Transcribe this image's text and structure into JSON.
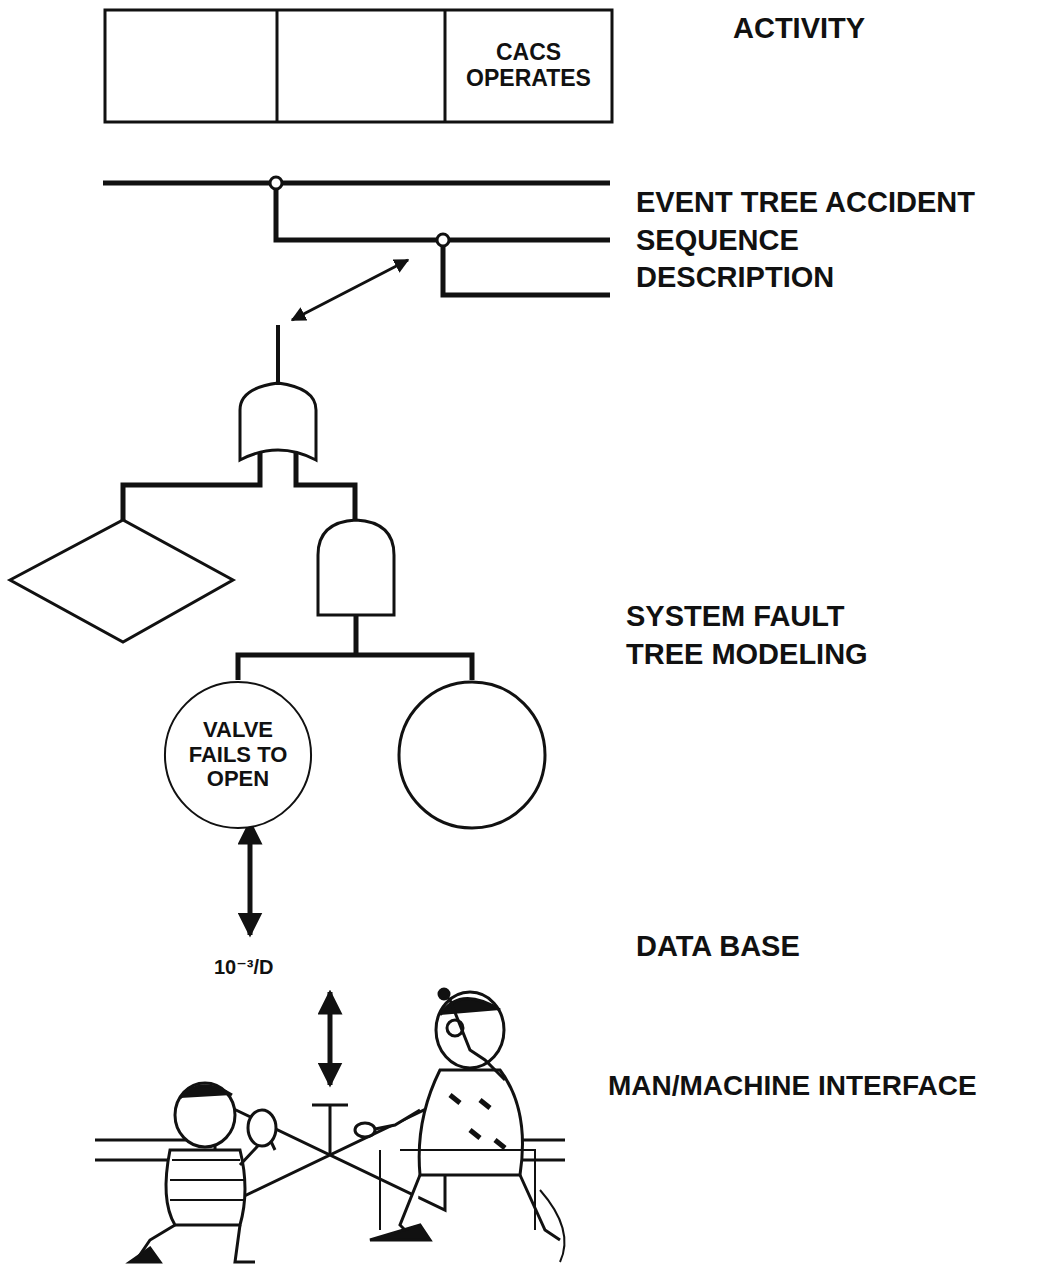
{
  "diagram": {
    "nodes": [
      {
        "text": [
          "CACS OPERATES"
        ]
      },
      {
        "text": [
          "VALVE FAILS TO OPEN"
        ]
      }
    ],
    "labels": [
      "ACTIVITY",
      "EVENT TREE ACCIDENT SEQUENCE DESCRIPTION",
      "SYSTEM FAULT TREE MODELING",
      "DATA BASE",
      "10⁻³/D",
      "MAN/MACHINE INTERFACE"
    ]
  }
}
